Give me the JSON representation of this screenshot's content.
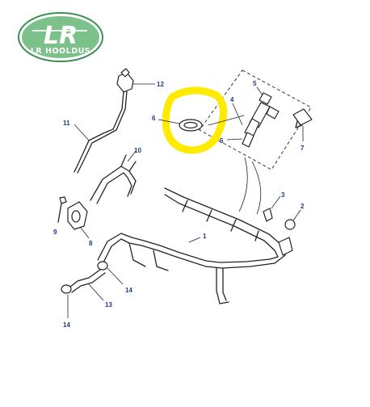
{
  "logo": {
    "main_text": "LR",
    "sub_text": "LR HOOLDUS",
    "badge_color": "#7cc08a",
    "border_color": "#3c8f50"
  },
  "highlight": {
    "color": "#ffea00"
  },
  "callouts": {
    "c1": "1",
    "c2": "2",
    "c3": "3",
    "c4": "4",
    "c5a": "5",
    "c5b": "5",
    "c6": "6",
    "c7": "7",
    "c8": "8",
    "c9": "9",
    "c10": "10",
    "c11": "11",
    "c12": "12",
    "c13": "13",
    "c14a": "14",
    "c14b": "14"
  }
}
